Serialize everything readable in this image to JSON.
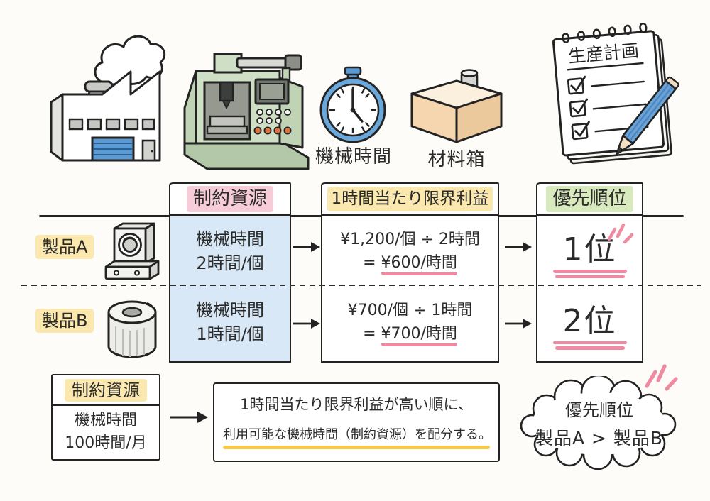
{
  "illustrations": {
    "stopwatch_label": "機械時間",
    "material_box_label": "材料箱",
    "notepad_title": "生産計画"
  },
  "table": {
    "headers": {
      "constraint": "制約資源",
      "profit": "1時間当たり限界利益",
      "priority": "優先順位"
    },
    "rows": [
      {
        "product": "製品A",
        "constraint1": "機械時間",
        "constraint2": "2時間/個",
        "calc1": "¥1,200/個 ÷ 2時間",
        "calc_eq": "=",
        "calc_value": "¥600/時間",
        "rank": "1位"
      },
      {
        "product": "製品B",
        "constraint1": "機械時間",
        "constraint2": "1時間/個",
        "calc1": "¥700/個 ÷ 1時間",
        "calc_eq": "=",
        "calc_value": "¥700/時間",
        "rank": "2位"
      }
    ]
  },
  "bottom": {
    "box_title": "制約資源",
    "box_line1": "機械時間",
    "box_line2": "100時間/月",
    "rule1": "1時間当たり限界利益が高い順に、",
    "rule2": "利用可能な機械時間（制約資源）を配分する。",
    "cloud1": "優先順位",
    "cloud2": "製品A > 製品B"
  },
  "colors": {
    "highlight_pink": "#f7ccd9",
    "highlight_yellow": "#fbe8af",
    "highlight_green": "#d8e9bd",
    "cell_blue": "#d9e8f6",
    "underline_pink": "#ef8aa2",
    "underline_yellow": "#f6c94a",
    "ink": "#2b2b2b",
    "stopwatch_blue": "#5b9bd5",
    "machine_green": "#ccdcc2",
    "box_tan": "#f5d6ae",
    "pencil_blue": "#6aa3d8"
  },
  "icons": [
    "factory-icon",
    "milling-machine-icon",
    "stopwatch-icon",
    "material-box-icon",
    "notepad-icon",
    "pencil-icon",
    "product-a-icon",
    "product-b-icon",
    "arrow-right-icon",
    "sparkle-icon",
    "cloud-bubble"
  ]
}
